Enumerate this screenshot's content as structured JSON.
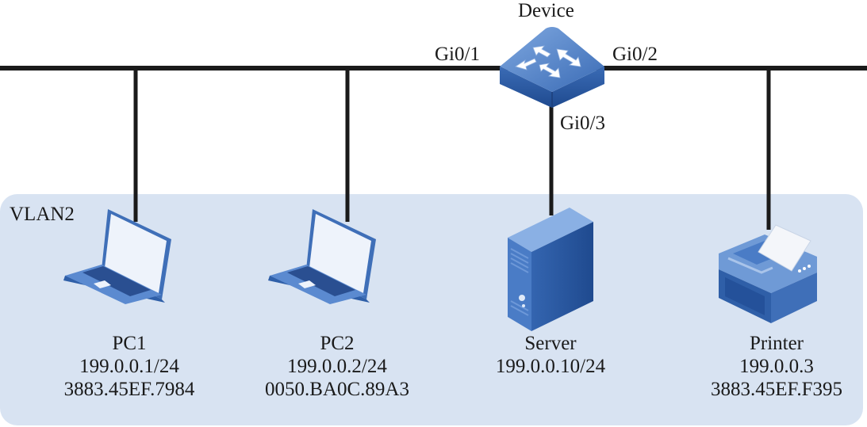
{
  "diagram": {
    "vlan": {
      "label": "VLAN2",
      "color": "#d8e3f2"
    },
    "device": {
      "name": "Device",
      "icon": "switch-icon",
      "ports": {
        "left": "Gi0/1",
        "right": "Gi0/2",
        "down": "Gi0/3"
      }
    },
    "nodes": [
      {
        "id": "pc1",
        "name": "PC1",
        "icon": "laptop-icon",
        "ip": "199.0.0.1/24",
        "mac": "3883.45EF.7984"
      },
      {
        "id": "pc2",
        "name": "PC2",
        "icon": "laptop-icon",
        "ip": "199.0.0.2/24",
        "mac": "0050.BA0C.89A3"
      },
      {
        "id": "server",
        "name": "Server",
        "icon": "server-icon",
        "ip": "199.0.0.10/24",
        "mac": ""
      },
      {
        "id": "printer",
        "name": "Printer",
        "icon": "printer-icon",
        "ip": "199.0.0.3",
        "mac": "3883.45EF.F395"
      }
    ],
    "colors": {
      "link": "#1a1a1a",
      "device_blue": "#3f6fb8",
      "device_dark": "#24519a",
      "device_light": "#6f9ad6"
    }
  }
}
